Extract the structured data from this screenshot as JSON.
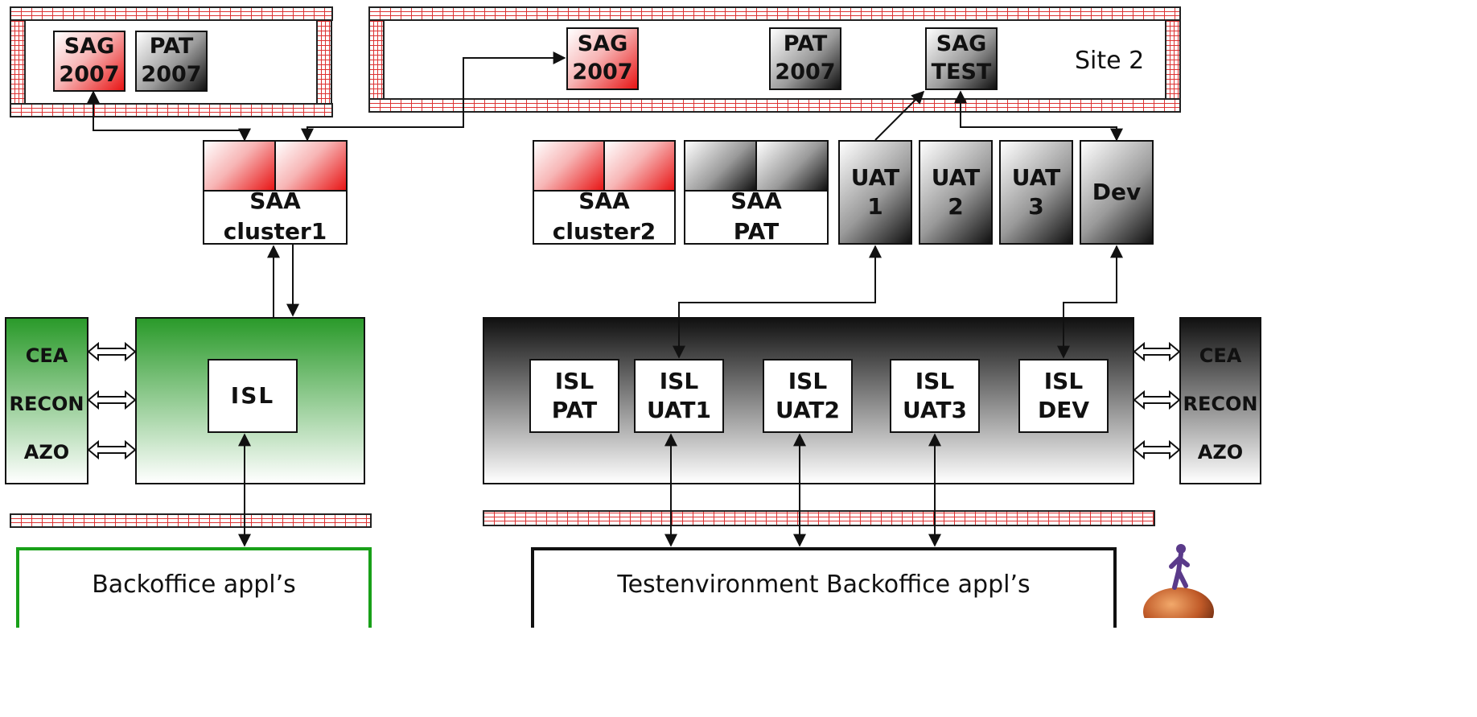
{
  "site1": {
    "sag2007": "SAG\n2007",
    "pat2007": "PAT\n2007"
  },
  "site2": {
    "label": "Site 2",
    "sag2007": "SAG\n2007",
    "pat2007": "PAT\n2007",
    "sagtest": "SAG\nTEST"
  },
  "clusters": {
    "saa_cluster1": "SAA\ncluster1",
    "saa_cluster2": "SAA\ncluster2",
    "saa_pat": "SAA\nPAT"
  },
  "uat_boxes": [
    "UAT\n1",
    "UAT\n2",
    "UAT\n3",
    "Dev"
  ],
  "left_zone": {
    "isl": "ISL",
    "side_items": [
      "CEA",
      "RECON",
      "AZO"
    ]
  },
  "right_zone": {
    "isl_boxes": [
      "ISL\nPAT",
      "ISL\nUAT1",
      "ISL\nUAT2",
      "ISL\nUAT3",
      "ISL\nDEV"
    ],
    "side_items": [
      "CEA",
      "RECON",
      "AZO"
    ]
  },
  "bottom": {
    "backoffice": "Backoffice appl’s",
    "testenv": "Testenvironment Backoffice appl’s"
  },
  "colors": {
    "firewall_brick": "#d33333",
    "prod_green": "#2a9a2a",
    "sag_red": "#e81515",
    "test_black": "#101010"
  }
}
